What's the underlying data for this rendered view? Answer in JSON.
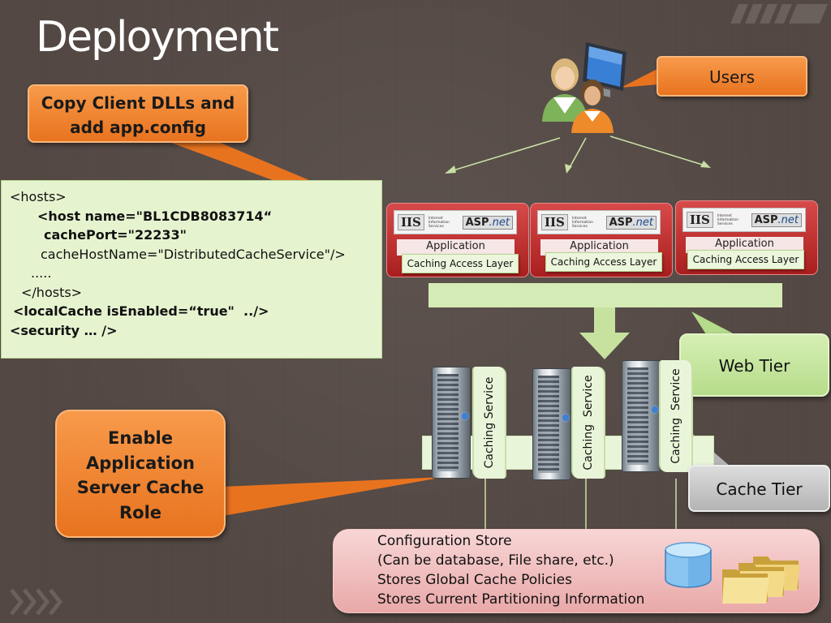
{
  "title": "Deployment",
  "callouts": {
    "copy_line1": "Copy Client DLLs and",
    "copy_line2": "add app.config",
    "enable_lines": [
      "Enable",
      "Application",
      "Server Cache",
      "Role"
    ],
    "users": "Users",
    "web_tier": "Web Tier",
    "cache_tier": "Cache Tier"
  },
  "config": {
    "lines": [
      "<hosts>",
      "<host name=\"BL1CDB8083714“",
      "cachePort=\"22233\"",
      "cacheHostName=\"DistributedCacheService\"/>",
      ".....",
      "</hosts>",
      "<localCache isEnabled=“true\"  ../>",
      "<security … />"
    ]
  },
  "app_servers": [
    {
      "app_label": "Application",
      "cal_label": "Caching Access Layer"
    },
    {
      "app_label": "Application",
      "cal_label": "Caching Access Layer"
    },
    {
      "app_label": "Application",
      "cal_label": "Caching Access Layer"
    }
  ],
  "logos": {
    "iis": "IIS",
    "iis_sub": "Internet Information Services",
    "asp_prefix": "ASP",
    "asp_suffix": ".net"
  },
  "cache_services": [
    "Caching Service",
    "Caching  Service",
    "Caching  Service"
  ],
  "config_store": {
    "lines": [
      "Configuration Store",
      "(Can be database, File share, etc.)",
      "Stores Global Cache Policies",
      "Stores Current Partitioning Information"
    ]
  },
  "colors": {
    "background": "#524742",
    "orange": "#e8731f",
    "green": "#b5dc8a",
    "config_green": "#e6f3cf",
    "app_red": "#a91e1e",
    "store_pink": "#e9a8a8",
    "gray": "#b4b4b4"
  },
  "icons": [
    "users-icon",
    "monitor-icon",
    "database-icon",
    "folders-icon",
    "server-icon"
  ]
}
